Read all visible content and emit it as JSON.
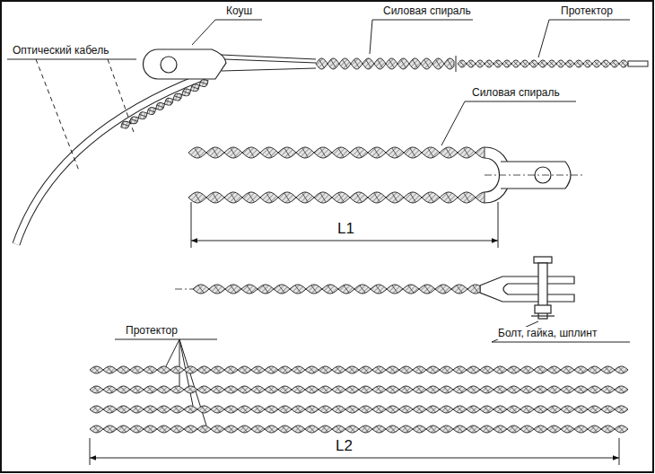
{
  "diagram": {
    "labels": [
      "Коуш",
      "Силовая спираль",
      "Протектор",
      "Оптический кабель",
      "Силовая спираль",
      "L1",
      "Болт, гайка, шплинт",
      "Протектор",
      "L2"
    ]
  }
}
